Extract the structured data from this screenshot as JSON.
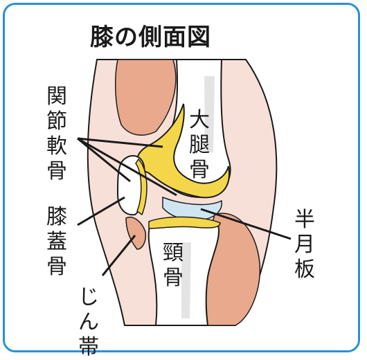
{
  "title": "膝の側面図",
  "labels": {
    "cartilage": "関節軟骨",
    "patella": "膝蓋骨",
    "ligament": "じん帯",
    "femur": "大腿骨",
    "tibia": "頸骨",
    "meniscus": "半月板"
  },
  "colors": {
    "frame": "#2a8fd6",
    "skin": "#f7e0d8",
    "muscle": "#e9a98c",
    "cartilage": "#f4d64b",
    "meniscus": "#cfe6f2",
    "bone": "#ffffff",
    "bone_shadow": "#e4e4e4",
    "outline": "#1a1a1a"
  }
}
